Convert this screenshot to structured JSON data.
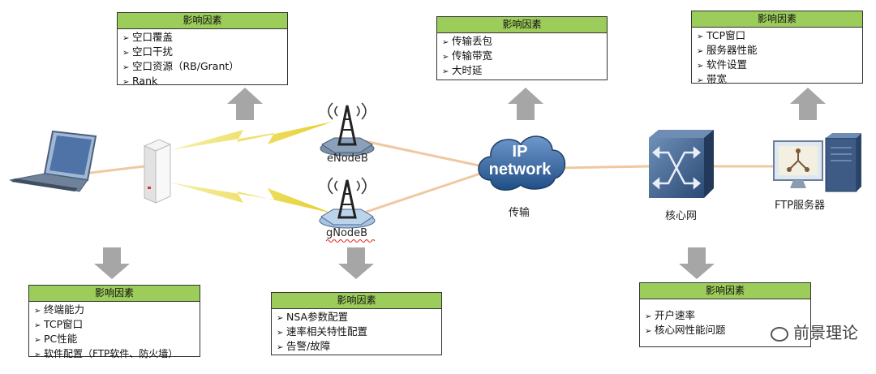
{
  "factor_header": "影响因素",
  "bullet_glyph": "➢",
  "boxes": {
    "air": {
      "items": [
        "空口覆盖",
        "空口干扰",
        "空口资源（RB/Grant）",
        "Rank"
      ]
    },
    "transport": {
      "items": [
        "传输丢包",
        "传输带宽",
        "大时延"
      ]
    },
    "server": {
      "items": [
        "TCP窗口",
        "服务器性能",
        "软件设置",
        "带宽"
      ]
    },
    "terminal": {
      "items": [
        "终端能力",
        "TCP窗口",
        "PC性能",
        "软件配置（FTP软件、防火墙）"
      ]
    },
    "gnb": {
      "items": [
        "NSA参数配置",
        "速率相关特性配置",
        "告警/故障"
      ]
    },
    "core": {
      "items": [
        "开户速率",
        "核心网性能问题"
      ]
    }
  },
  "nodes": {
    "enodeb": "eNodeB",
    "gnodeb": "gNodeB",
    "cloud_line1": "IP",
    "cloud_line2": "network",
    "transport_label": "传输",
    "core_label": "核心网",
    "ftp_label": "FTP服务器"
  },
  "watermark": "前景理论",
  "colors": {
    "header_green": "#9ccc5a",
    "arrow_gray": "#a6a6a6",
    "link_orange": "#f0c8a0",
    "bolt_yellow": "#e9d84c",
    "cloud_blue": "#2f5f9a"
  }
}
